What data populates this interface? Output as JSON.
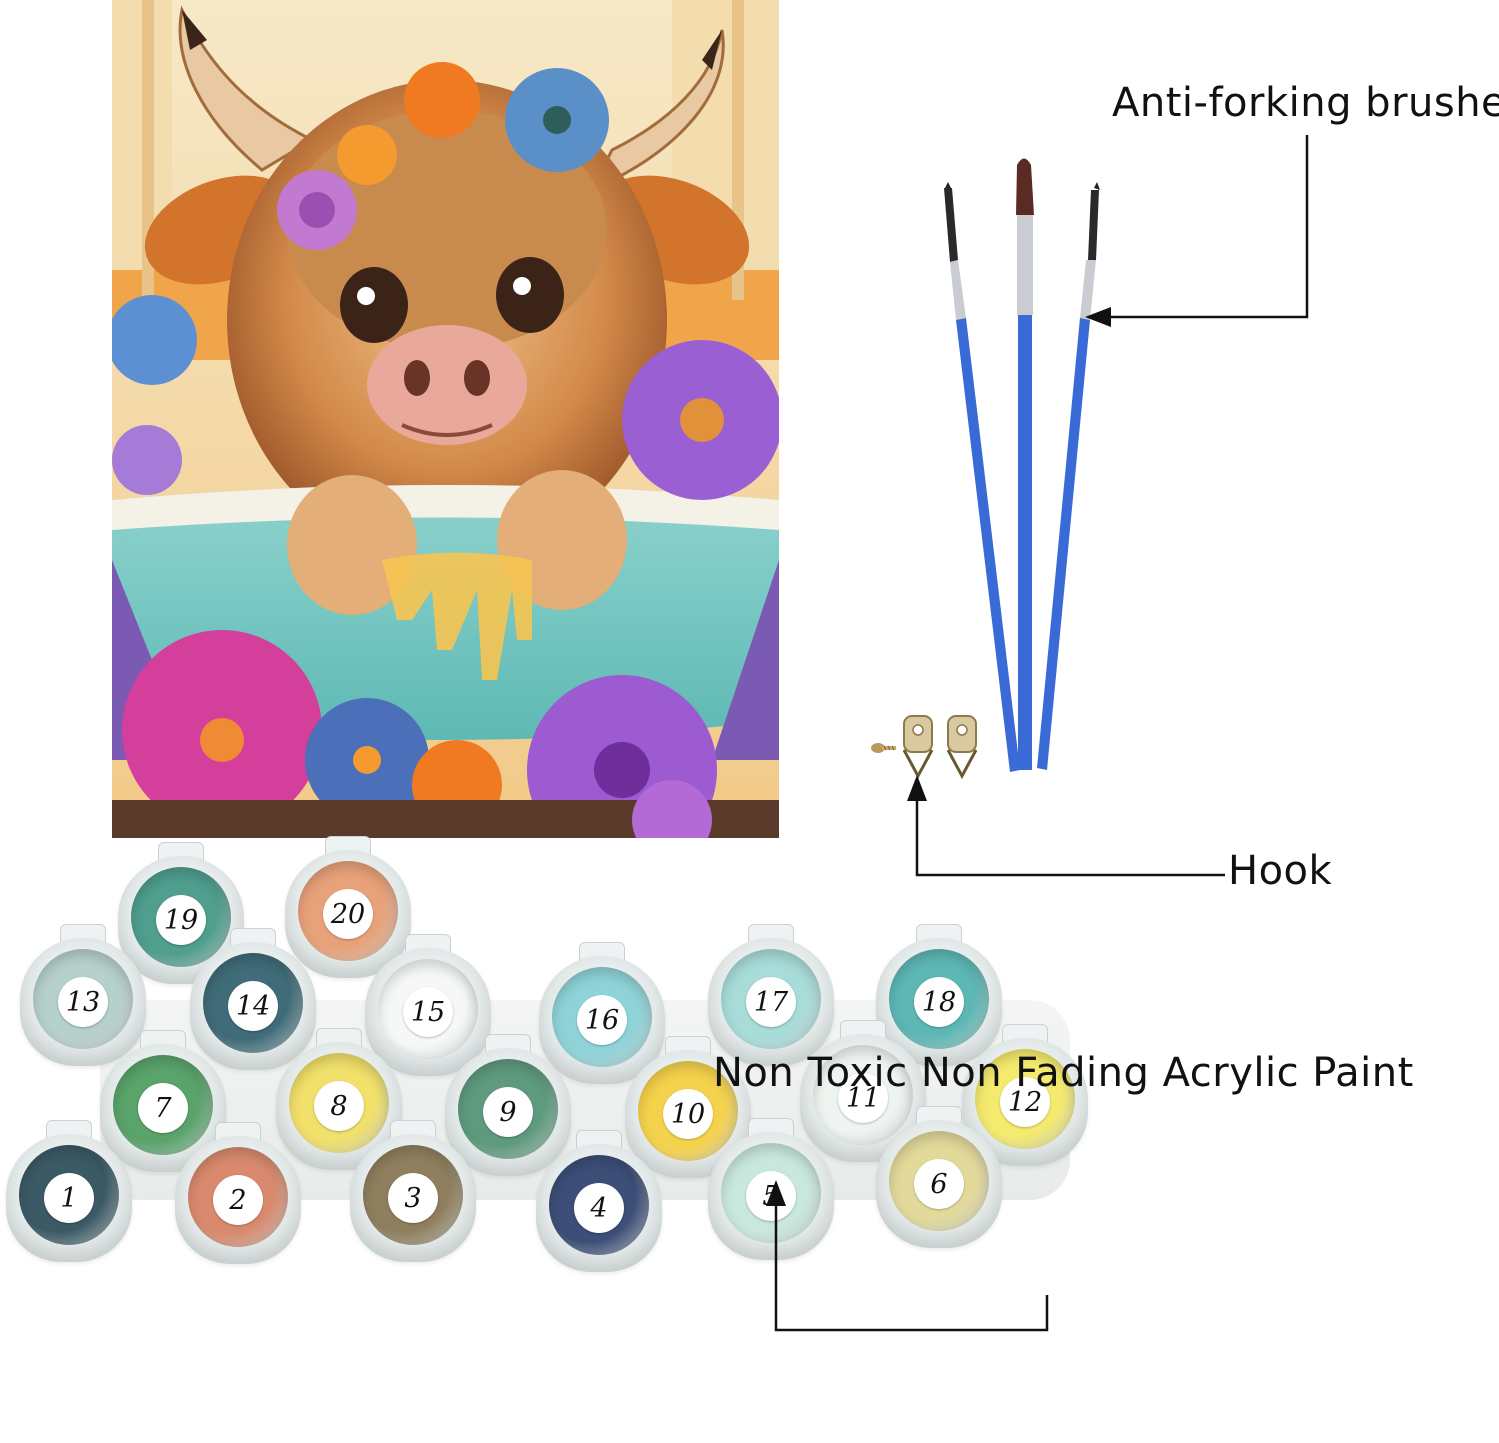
{
  "labels": {
    "brushes": "Anti-forking brushes",
    "hook": "Hook",
    "paint": "Non Toxic Non Fading Acrylic Paint"
  },
  "pots": [
    {
      "num": "19",
      "color": "#4f9e8e"
    },
    {
      "num": "20",
      "color": "#e8a27a"
    },
    {
      "num": "13",
      "color": "#b6d0cc"
    },
    {
      "num": "14",
      "color": "#3f6c78"
    },
    {
      "num": "15",
      "color": "#f6f8f8"
    },
    {
      "num": "16",
      "color": "#8fd3d8"
    },
    {
      "num": "17",
      "color": "#a8dcd9"
    },
    {
      "num": "18",
      "color": "#5db7b5"
    },
    {
      "num": "7",
      "color": "#5aa36b"
    },
    {
      "num": "8",
      "color": "#f1e06a"
    },
    {
      "num": "9",
      "color": "#5e9a7e"
    },
    {
      "num": "10",
      "color": "#f5d24c"
    },
    {
      "num": "11",
      "color": "#eef4f0"
    },
    {
      "num": "12",
      "color": "#f4ea6e"
    },
    {
      "num": "1",
      "color": "#3b5a66"
    },
    {
      "num": "2",
      "color": "#d98a6e"
    },
    {
      "num": "3",
      "color": "#8f7f5e"
    },
    {
      "num": "4",
      "color": "#3d4f78"
    },
    {
      "num": "5",
      "color": "#c9e8dc"
    },
    {
      "num": "6",
      "color": "#e2d99a"
    }
  ]
}
